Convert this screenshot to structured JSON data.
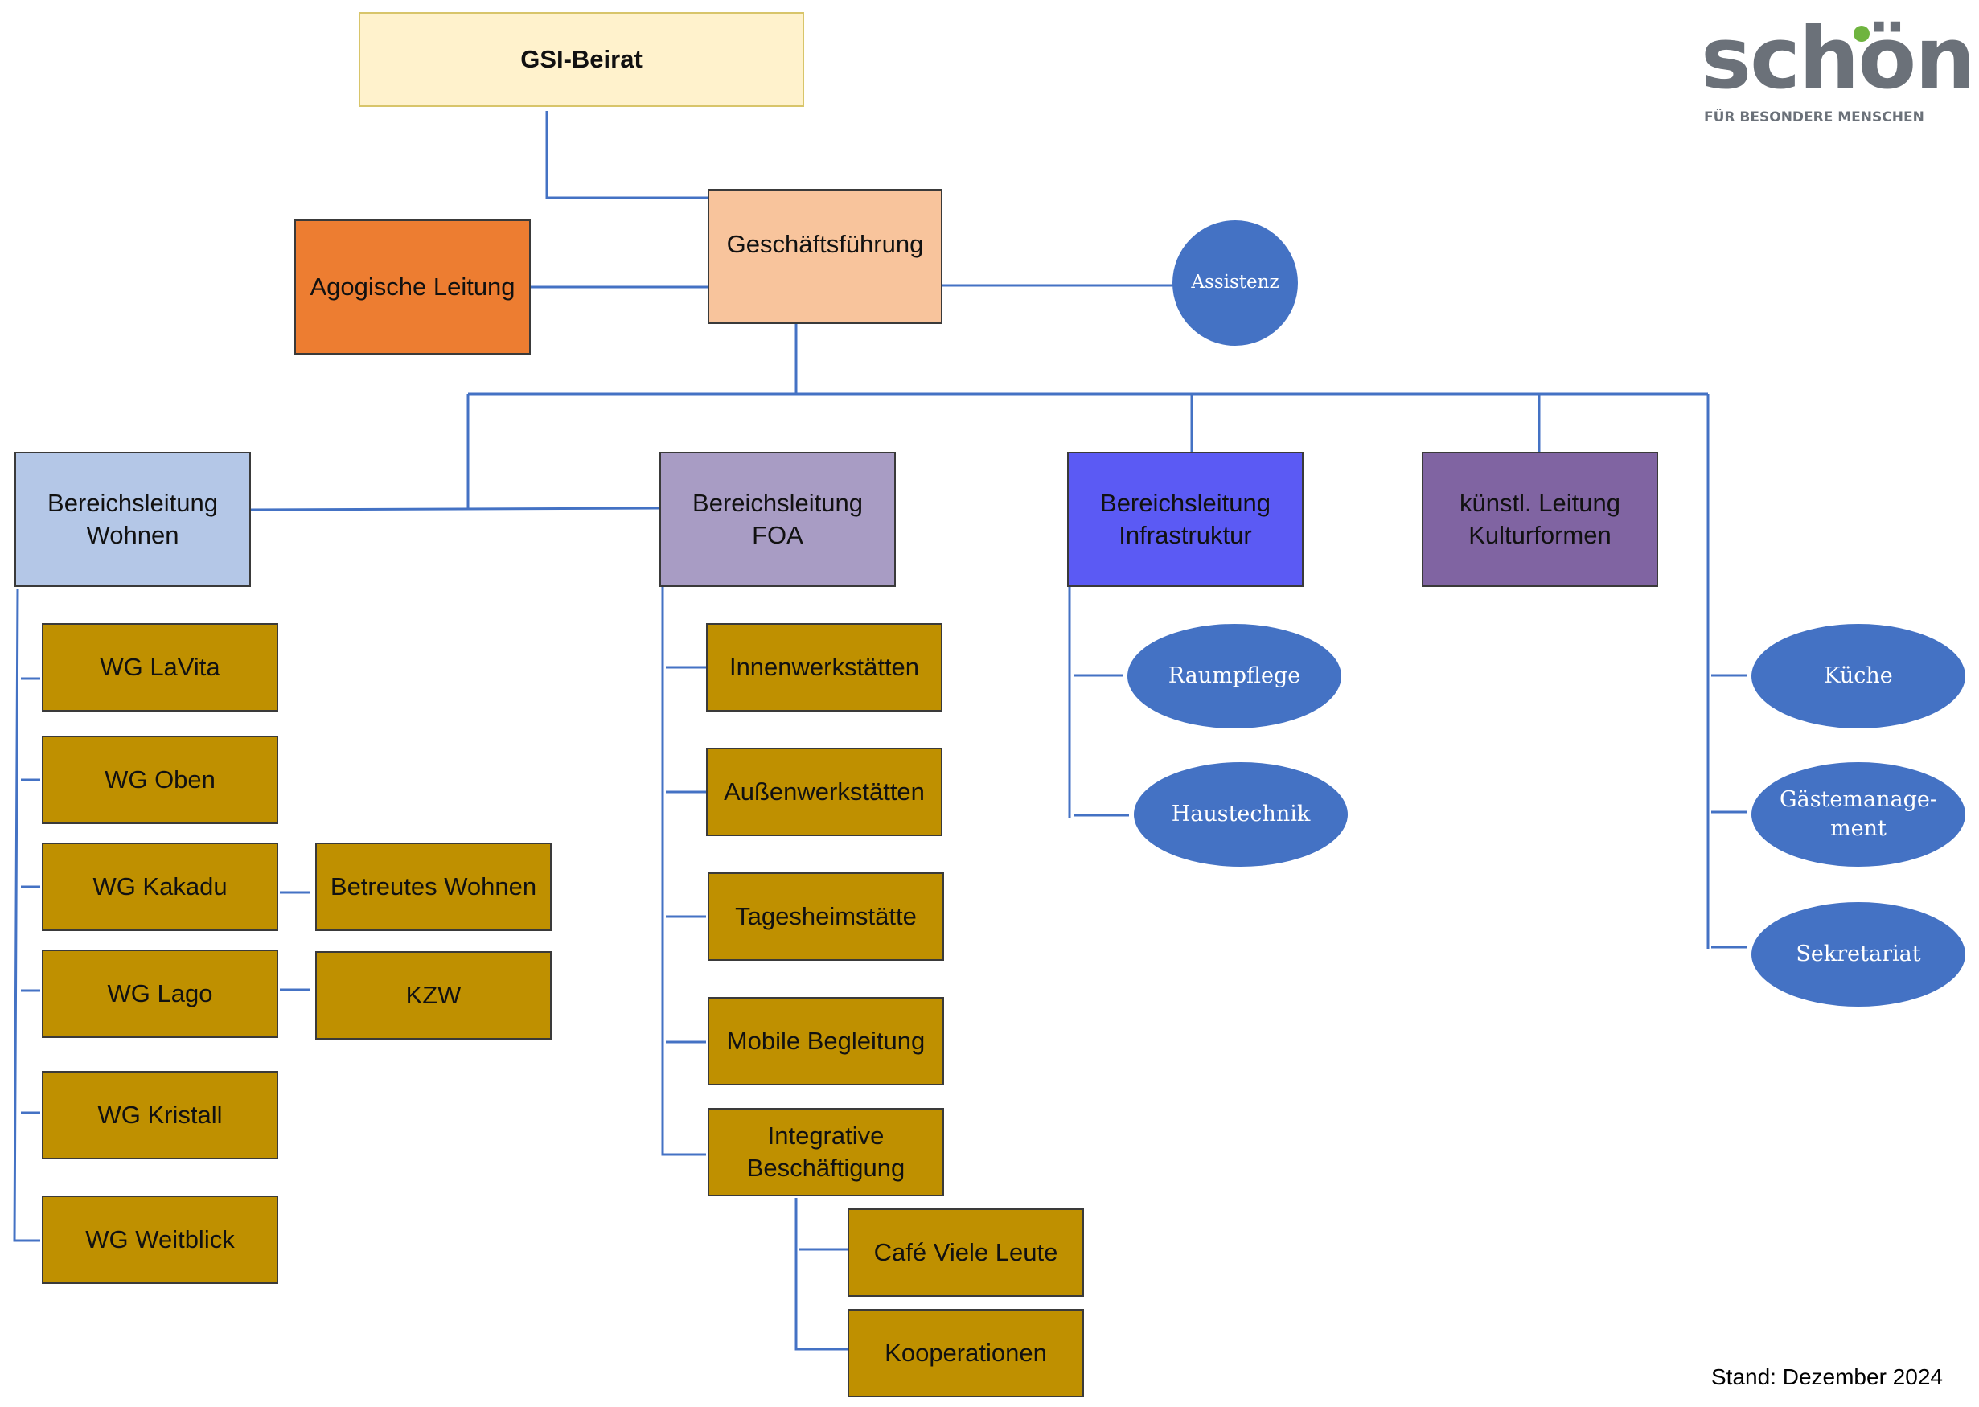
{
  "logo": {
    "word": "schön",
    "tagline": "FÜR BESONDERE MENSCHEN",
    "dot_color": "#6fb43f",
    "text_color": "#6b7179"
  },
  "colors": {
    "beirat": "#fff2cc",
    "geschaeftsfuehrung": "#f8c49c",
    "agogische": "#ed7d31",
    "wohnen": "#b4c7e7",
    "foa": "#a89cc4",
    "infrastruktur": "#5b5af4",
    "kultur": "#8064a2",
    "units": "#bf9000",
    "circles": "#4472c4",
    "lines": "#4472c4"
  },
  "nodes": {
    "beirat": "GSI-Beirat",
    "geschaeftsfuehrung": "Geschäftsführung",
    "agogische": "Agogische Leitung",
    "assistenz": "Assistenz",
    "wohnen": {
      "line1": "Bereichsleitung",
      "line2": "Wohnen"
    },
    "foa": {
      "line1": "Bereichsleitung",
      "line2": "FOA"
    },
    "infrastruktur": {
      "line1": "Bereichsleitung",
      "line2": "Infrastruktur"
    },
    "kultur": {
      "line1": "künstl. Leitung",
      "line2": "Kulturformen"
    },
    "wg_lavita": "WG LaVita",
    "wg_oben": "WG Oben",
    "wg_kakadu": "WG Kakadu",
    "betreutes_wohnen": "Betreutes Wohnen",
    "wg_lago": "WG Lago",
    "kzw": "KZW",
    "wg_kristall": "WG Kristall",
    "wg_weitblick": "WG Weitblick",
    "innenwerkstaetten": "Innenwerkstätten",
    "aussenwerkstaetten": "Außenwerkstätten",
    "tagesheimstaette": "Tagesheimstätte",
    "mobile_begleitung": "Mobile Begleitung",
    "integrative": {
      "line1": "Integrative",
      "line2": "Beschäftigung"
    },
    "cafe": "Café Viele Leute",
    "kooperationen": "Kooperationen",
    "raumpflege": "Raumpflege",
    "haustechnik": "Haustechnik",
    "kueche": "Küche",
    "gaestemanagement": {
      "line1": "Gästemanage-",
      "line2": "ment"
    },
    "sekretariat": "Sekretariat"
  },
  "footer": {
    "stand": "Stand: Dezember 2024"
  }
}
